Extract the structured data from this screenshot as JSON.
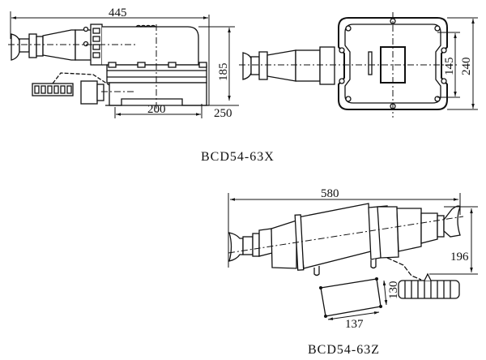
{
  "drawings": [
    {
      "model": "BCD54-63X",
      "side_view": {
        "dim_length": "445",
        "dim_height": "185",
        "dim_base": "200",
        "dim_base_total": "250"
      },
      "front_view": {
        "dim_inner": "145",
        "dim_outer": "240"
      }
    },
    {
      "model": "BCD54-63Z",
      "dims": {
        "length": "580",
        "height": "196",
        "box_height": "130",
        "box_width": "137"
      }
    }
  ]
}
